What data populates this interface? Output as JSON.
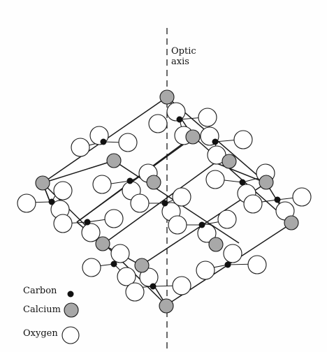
{
  "axis": {
    "label_line1": "Optic",
    "label_line2": "axis"
  },
  "legend": {
    "carbon": "Carbon",
    "calcium": "Calcium",
    "oxygen": "Oxygen"
  },
  "colors": {
    "background": "#fefefe",
    "line": "#1a1a1a",
    "carbon_fill": "#111111",
    "calcium_fill": "#a8a8a8",
    "oxygen_fill": "#ffffff"
  }
}
